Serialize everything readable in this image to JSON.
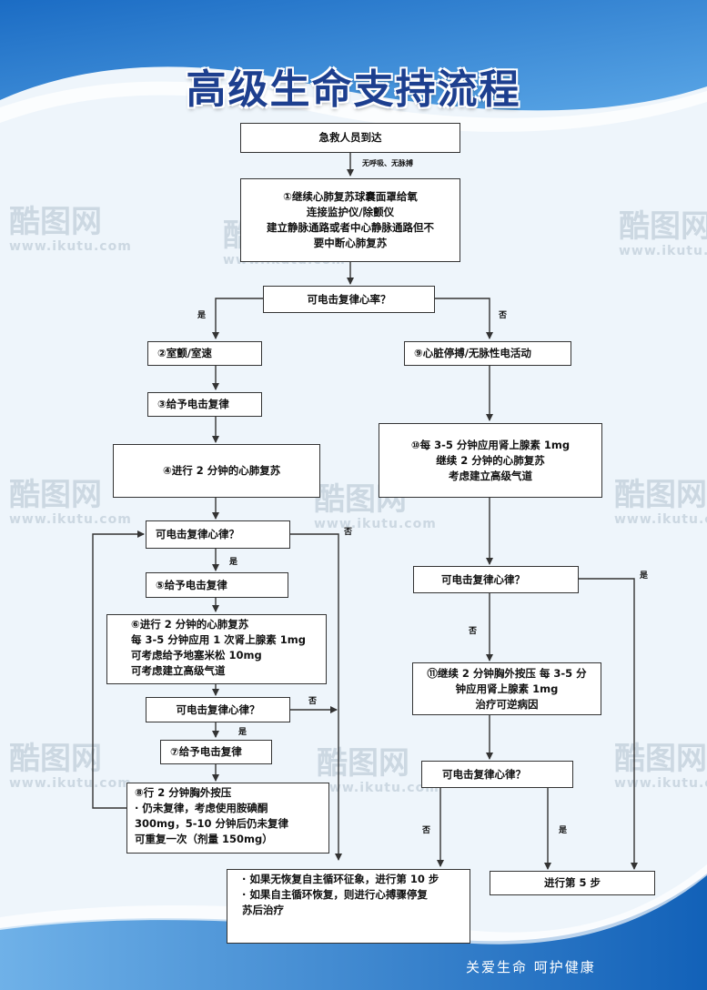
{
  "title": "高级生命支持流程",
  "footer": "关爱生命  呵护健康",
  "watermark": {
    "text": "酷图网",
    "url": "www.ikutu.com"
  },
  "colors": {
    "title": "#1d3f8f",
    "bg_blue": "#1a73c8",
    "box_border": "#333333"
  },
  "nodes": {
    "start": "急救人员到达",
    "step1": [
      "①继续心肺复苏球囊面罩给氧",
      "连接监护仪/除颤仪",
      "建立静脉通路或者中心静脉通路但不",
      "要中断心肺复苏"
    ],
    "q1": "可电击复律心率？",
    "vf": "②室颤/室速",
    "shock3": "③给予电击复律",
    "cpr4": "④进行 2 分钟的心肺复苏",
    "q2": "可电击复律心律？",
    "shock5": "⑤给予电击复律",
    "cpr6": [
      "⑥进行 2 分钟的心肺复苏",
      "每 3-5 分钟应用 1 次肾上腺素 1mg",
      "可考虑给予地塞米松 10mg",
      "可考虑建立高级气道"
    ],
    "q3": "可电击复律心律？",
    "shock7": "⑦给予电击复律",
    "step8": [
      "⑧行 2 分钟胸外按压",
      "· 仍未复律，考虑使用胺碘酮",
      "300mg，5-10 分钟后仍未复律",
      "可重复一次（剂量 150mg）"
    ],
    "asystole9": "⑨心脏停搏/无脉性电活动",
    "step10": [
      "⑩每 3-5 分钟应用肾上腺素 1mg",
      "继续 2 分钟的心肺复苏",
      "考虑建立高级气道"
    ],
    "q4": "可电击复律心律？",
    "step11": [
      "⑪继续 2 分钟胸外按压 每 3-5 分",
      "钟应用肾上腺素 1mg",
      "治疗可逆病因"
    ],
    "q5": "可电击复律心律？",
    "end_left": [
      "· 如果无恢复自主循环征象，进行第 10 步",
      "· 如果自主循环恢复，则进行心搏骤停复",
      "苏后治疗"
    ],
    "end_right": "进行第 5 步"
  },
  "labels": {
    "no_breath": "无呼吸、无脉搏",
    "yes": "是",
    "no": "否"
  }
}
